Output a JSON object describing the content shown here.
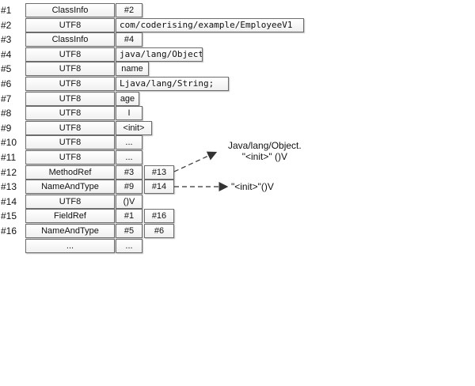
{
  "rows": [
    {
      "index": "#1",
      "type": "ClassInfo",
      "value": "#2"
    },
    {
      "index": "#2",
      "type": "UTF8",
      "value": "com/coderising/example/EmployeeV1"
    },
    {
      "index": "#3",
      "type": "ClassInfo",
      "value": "#4"
    },
    {
      "index": "#4",
      "type": "UTF8",
      "value": "java/lang/Object"
    },
    {
      "index": "#5",
      "type": "UTF8",
      "value": "name"
    },
    {
      "index": "#6",
      "type": "UTF8",
      "value": "Ljava/lang/String;"
    },
    {
      "index": "#7",
      "type": "UTF8",
      "value": "age"
    },
    {
      "index": "#8",
      "type": "UTF8",
      "value": "I"
    },
    {
      "index": "#9",
      "type": "UTF8",
      "value": "<init>"
    },
    {
      "index": "#10",
      "type": "UTF8",
      "value": "..."
    },
    {
      "index": "#11",
      "type": "UTF8",
      "value": "..."
    },
    {
      "index": "#12",
      "type": "MethodRef",
      "value": "#3",
      "ref": "#13"
    },
    {
      "index": "#13",
      "type": "NameAndType",
      "value": "#9",
      "ref": "#14"
    },
    {
      "index": "#14",
      "type": "UTF8",
      "value": "()V"
    },
    {
      "index": "#15",
      "type": "FieldRef",
      "value": "#1",
      "ref": "#16"
    },
    {
      "index": "#16",
      "type": "NameAndType",
      "value": "#5",
      "ref": "#6"
    },
    {
      "index": "",
      "type": "...",
      "value": "..."
    }
  ],
  "annotations": {
    "methodref_line1": "Java/lang/Object.",
    "methodref_line2": "\"<init>\" ()V",
    "nameandtype": "\"<init>\"()V"
  }
}
